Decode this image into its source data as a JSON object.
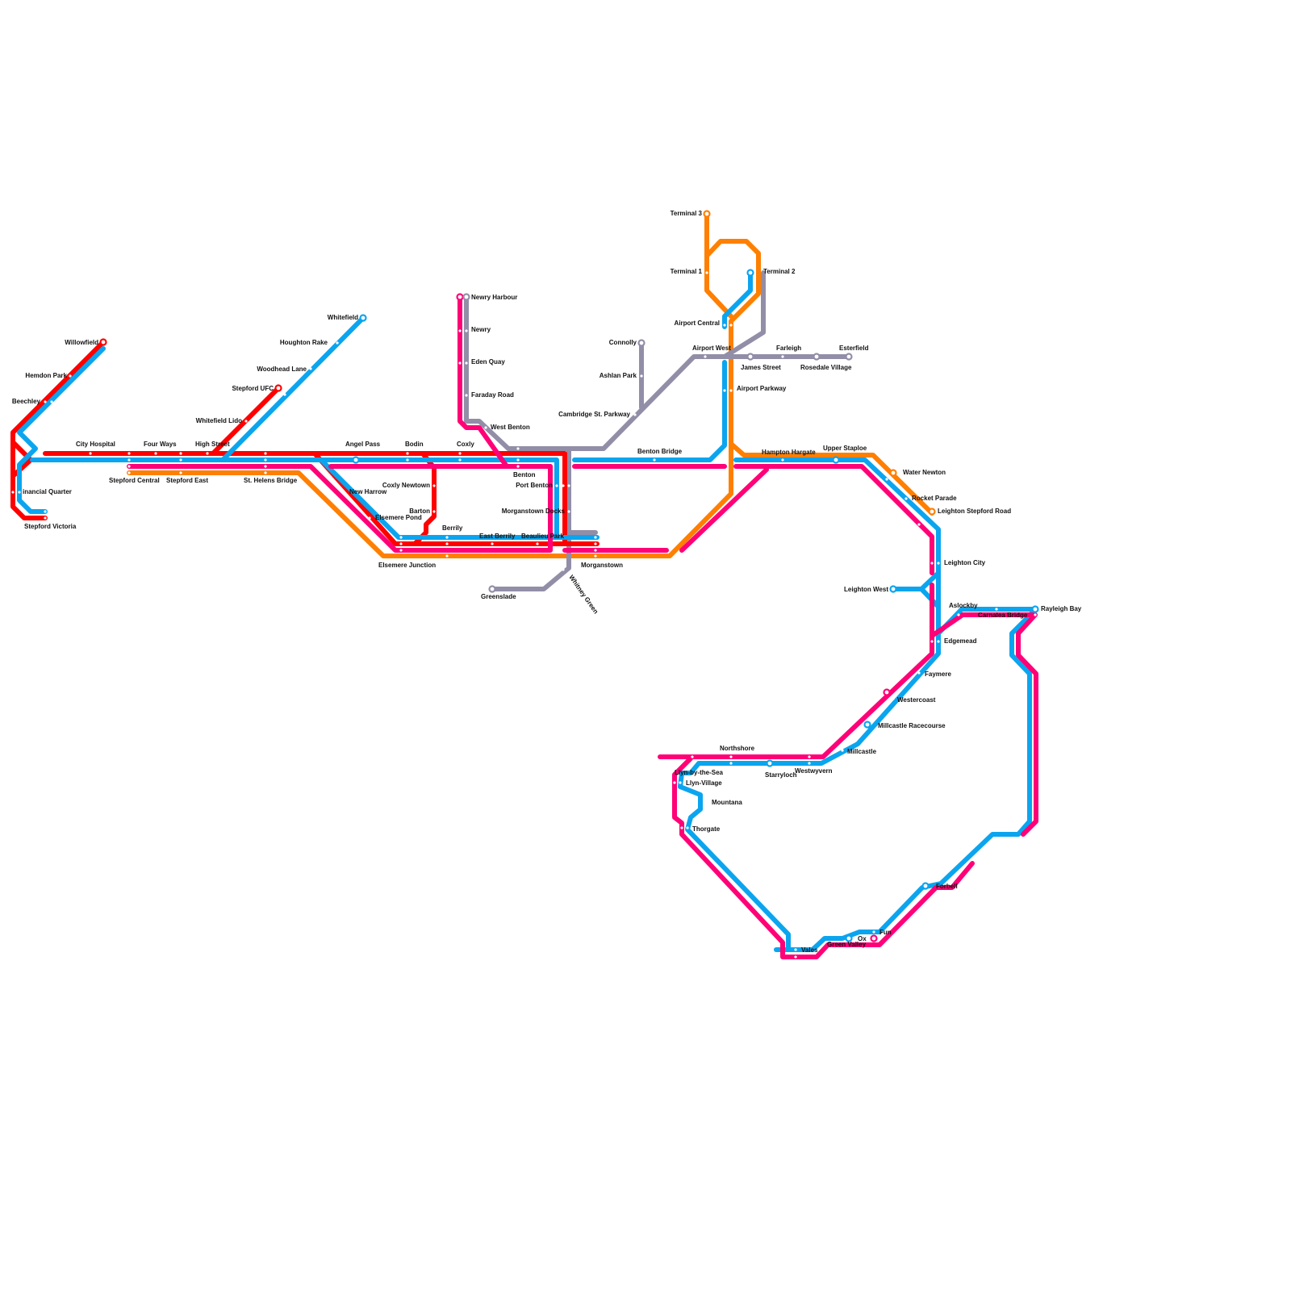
{
  "colors": {
    "red": "#ff0000",
    "blue": "#0ba5ef",
    "magenta": "#ff0077",
    "orange": "#ff7f00",
    "grey": "#928ea8"
  },
  "stations": {
    "s01": "Willowfield",
    "s02": "Hemdon Park",
    "s03": "Beechley",
    "s04": "inancial Quarter",
    "s05": "Stepford Victoria",
    "s06": "City Hospital",
    "s07": "Four Ways",
    "s08": "High Street",
    "s09": "Stepford Central",
    "s10": "Stepford East",
    "s11": "St. Helens Bridge",
    "s12": "Whitefield Lido",
    "s13": "Stepford UFC",
    "s14": "Whitefield",
    "s15": "Houghton Rake",
    "s16": "Woodhead Lane",
    "s17": "Angel Pass",
    "s18": "Bodin",
    "s19": "Coxly",
    "s20": "New Harrow",
    "s21": "Elsemere Pond",
    "s22": "Elsemere Junction",
    "s23": "Coxly Newtown",
    "s24": "Barton",
    "s25": "Berrily",
    "s26": "East Berrily",
    "s27": "Beaulieu Park",
    "s28": "Newry Harbour",
    "s29": "Newry",
    "s30": "Eden Quay",
    "s31": "Faraday Road",
    "s32": "West Benton",
    "s33": "Benton",
    "s34": "Port Benton",
    "s35": "Morganstown Docks",
    "s36": "Morganstown",
    "s37": "Greenslade",
    "s38": "Whitney Green",
    "s39": "Connolly",
    "s40": "Ashlan Park",
    "s41": "Cambridge St. Parkway",
    "s42": "Benton Bridge",
    "s43": "Terminal 3",
    "s44": "Terminal 1",
    "s45": "Terminal 2",
    "s46": "Airport Central",
    "s47": "Airport West",
    "s48": "James Street",
    "s49": "Farleigh",
    "s50": "Rosedale Village",
    "s51": "Esterfield",
    "s52": "Airport Parkway",
    "s53": "Hampton Hargate",
    "s54": "Upper Staploe",
    "s55": "Water Newton",
    "s56": "Rocket Parade",
    "s57": "Leighton Stepford Road",
    "s58": "Leighton City",
    "s59": "Leighton West",
    "s60": "Aslockby",
    "s61": "Carnalea Bridge",
    "s62": "Rayleigh Bay",
    "s63": "Edgemead",
    "s64": "Faymere",
    "s65": "Westercoast",
    "s66": "Millcastle Racecourse",
    "s67": "Millcastle",
    "s68": "Northshore",
    "s69": "Llyn-by-the-Sea",
    "s70": "Starryloch",
    "s71": "Westwyvern",
    "s72": "Llyn-Village",
    "s73": "Mountana",
    "s74": "Thorgate",
    "s75": "Vales",
    "s76": "Green Valley",
    "s77": "Ox",
    "s78": "Fun",
    "s79": "Forbell"
  }
}
